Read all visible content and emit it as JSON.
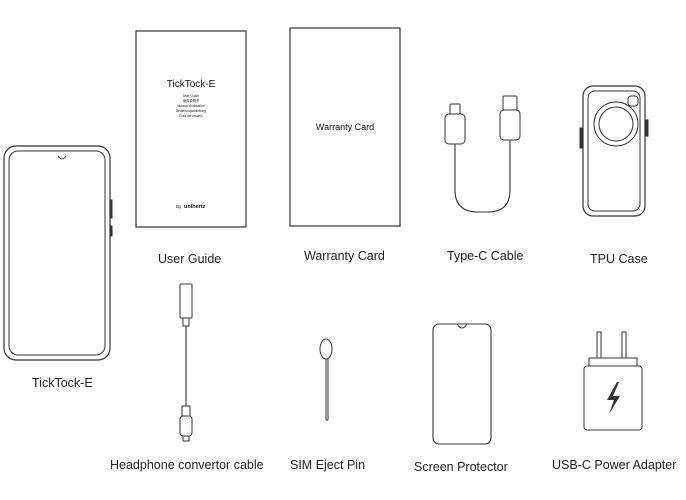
{
  "items": {
    "phone": {
      "label": "TickTock-E"
    },
    "user_guide": {
      "label": "User Guide",
      "cover_title": "TickTock-E",
      "cover_lines": [
        "User Guide",
        "使用说明书",
        "Manuel d'utilisation",
        "Bedienungsanleitung",
        "Guía del usuario"
      ],
      "brand_prefix": "By",
      "brand_name": "unihertz"
    },
    "warranty_card": {
      "label": "Warranty Card",
      "card_text": "Warranty Card"
    },
    "type_c_cable": {
      "label": "Type-C Cable"
    },
    "tpu_case": {
      "label": "TPU Case"
    },
    "headphone_cable": {
      "label": "Headphone convertor cable"
    },
    "sim_pin": {
      "label": "SIM Eject Pin"
    },
    "screen_protector": {
      "label": "Screen Protector"
    },
    "power_adapter": {
      "label": "USB-C Power Adapter"
    }
  }
}
